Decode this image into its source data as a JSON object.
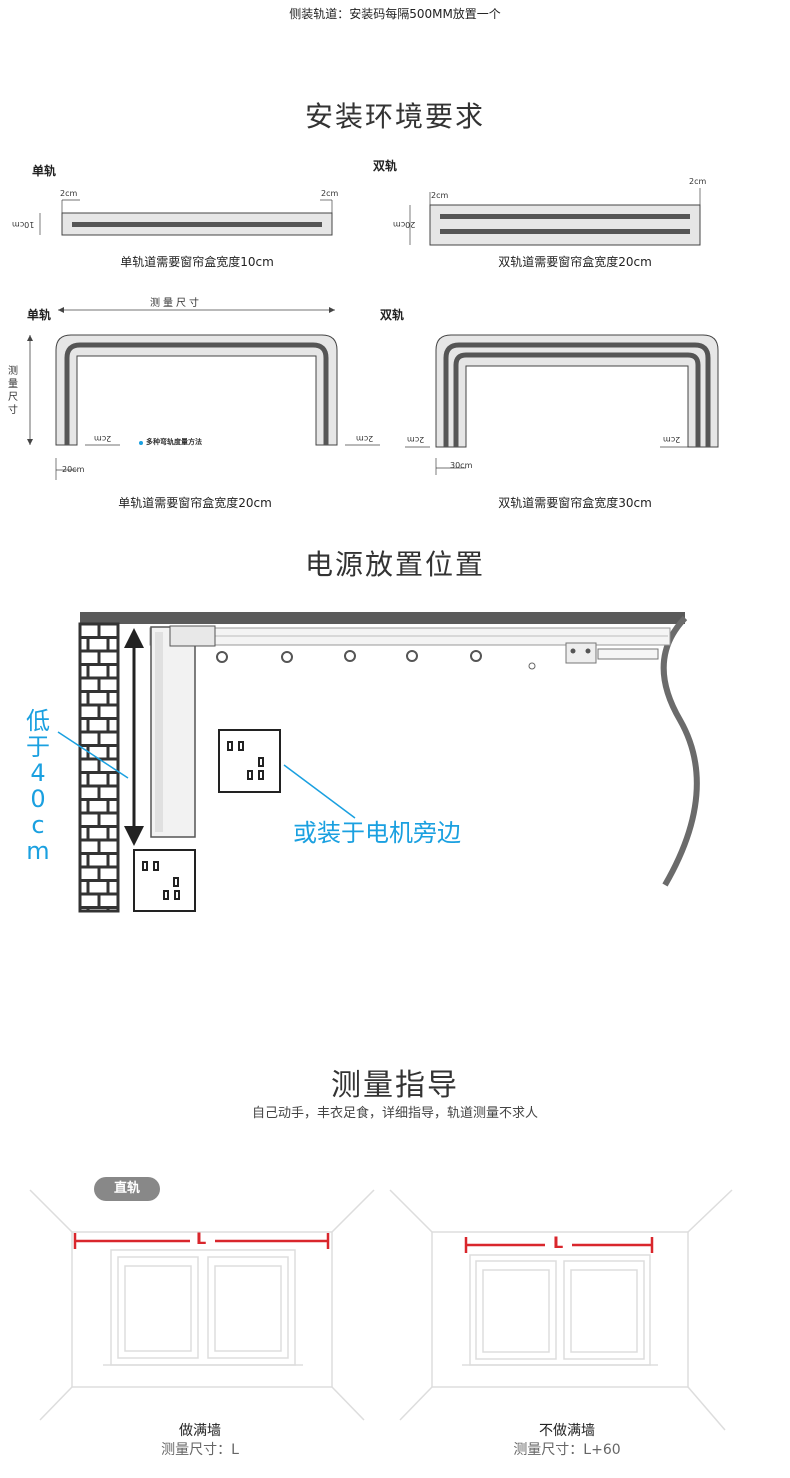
{
  "top_note": "侧装轨道：安装码每隔500MM放置一个",
  "section1": {
    "title": "安装环境要求",
    "single_label": "单轨",
    "double_label": "双轨",
    "single_straight": {
      "left_gap": "2cm",
      "right_gap": "2cm",
      "height": "10cm",
      "caption": "单轨道需要窗帘盒宽度10cm"
    },
    "double_straight": {
      "left_gap": "2cm",
      "right_gap": "2cm",
      "height": "20cm",
      "caption": "双轨道需要窗帘盒宽度20cm"
    },
    "single_u": {
      "label": "单轨",
      "measure_top": "测量尺寸",
      "measure_side": "测量尺寸",
      "left_gap": "2cm",
      "right_gap": "2cm",
      "bottom": "20cm",
      "note": "多种弯轨度量方法",
      "caption": "单轨道需要窗帘盒宽度20cm"
    },
    "double_u": {
      "label": "双轨",
      "left_gap": "2cm",
      "right_gap": "2cm",
      "bottom": "30cm",
      "caption": "双轨道需要窗帘盒宽度30cm"
    }
  },
  "section2": {
    "title": "电源放置位置",
    "low_label": "低于40cm",
    "side_label": "或装于电机旁边"
  },
  "section3": {
    "title": "测量指导",
    "subtitle": "自己动手，丰衣足食，详细指导，轨道测量不求人",
    "tag": "直轨",
    "left": {
      "mark": "L",
      "title": "做满墙",
      "size": "测量尺寸：L"
    },
    "right": {
      "mark": "L",
      "title": "不做满墙",
      "size": "测量尺寸：L+60"
    }
  },
  "colors": {
    "accent_blue": "#1aa0e0",
    "rail_gray": "#888888",
    "red_line": "#d9262c"
  }
}
